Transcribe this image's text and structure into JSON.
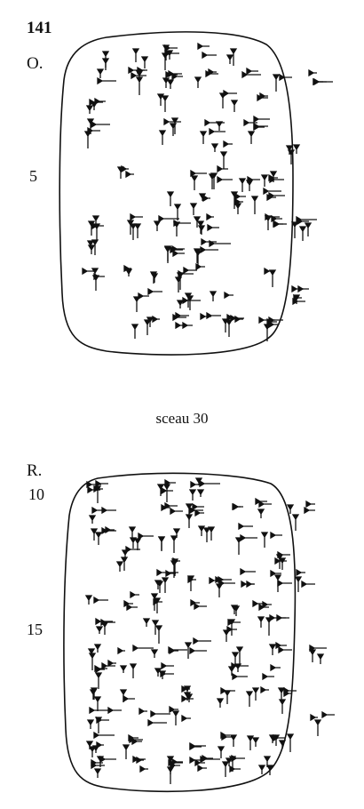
{
  "page": {
    "tablet_number": "141",
    "obverse_label": "O.",
    "obverse_line_marker": "5",
    "seal_caption": "sceau 30",
    "reverse_label": "R.",
    "reverse_line_marker_top": "10",
    "reverse_line_marker_mid": "15"
  },
  "colors": {
    "ink": "#111111",
    "paper": "#ffffff"
  }
}
